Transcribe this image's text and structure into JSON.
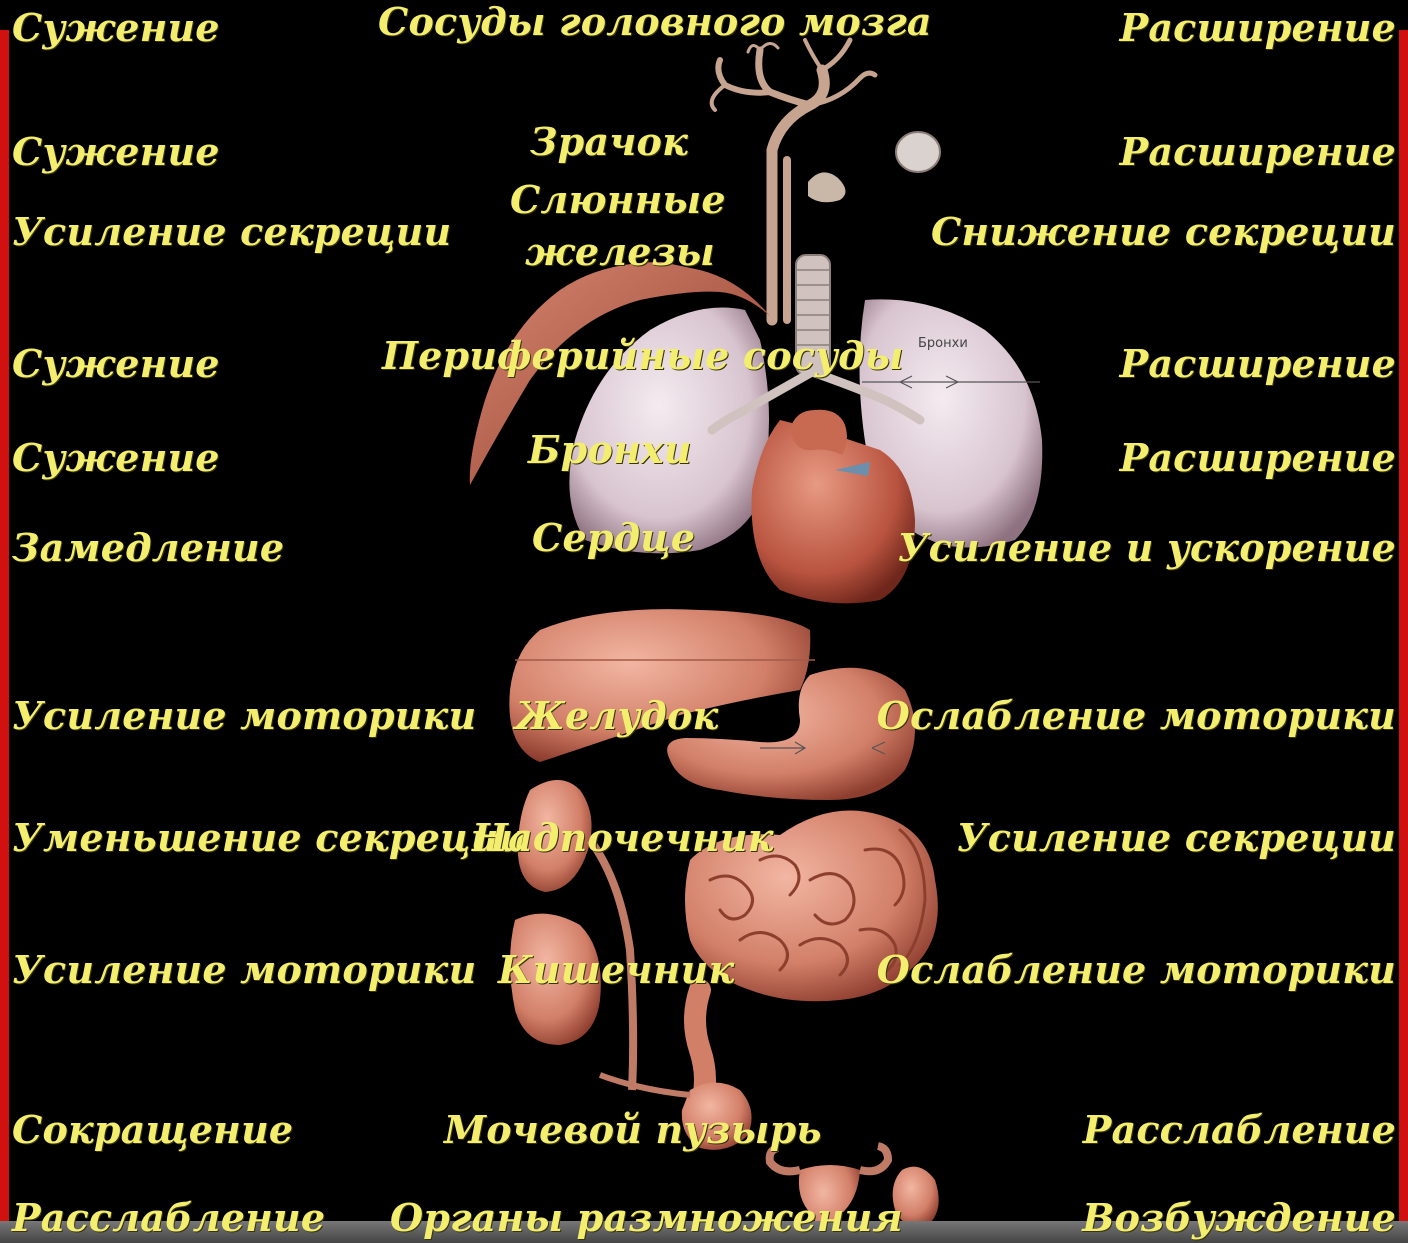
{
  "rows": [
    {
      "left": "Сужение",
      "center": "Сосуды головного мозга",
      "right": "Расширение"
    },
    {
      "left": "Сужение",
      "center": "Зрачок",
      "right": "Расширение"
    },
    {
      "left": "Усиление секреции",
      "center_line1": "Слюнные",
      "center_line2": "железы",
      "right": "Снижение секреции"
    },
    {
      "left": "Сужение",
      "center": "Периферийные сосуды",
      "right": "Расширение"
    },
    {
      "left": "Сужение",
      "center": "Бронхи",
      "right": "Расширение"
    },
    {
      "left": "Замедление",
      "center": "Сердце",
      "right": "Усиление и ускорение"
    },
    {
      "left": "Усиление моторики",
      "center": "Желудок",
      "right": "Ослабление моторики"
    },
    {
      "left": "Уменьшение секреции",
      "center": "Надпочечник",
      "right": "Усиление секреции"
    },
    {
      "left": "Усиление моторики",
      "center": "Кишечник",
      "right": "Ослабление моторики"
    },
    {
      "left": "Сокращение",
      "center": "Мочевой пузырь",
      "right": "Расслабление"
    },
    {
      "left": "Расслабление",
      "center": "Органы размножения",
      "right": "Возбуждение"
    }
  ],
  "illustration": {
    "bronchi_caption": "Бронхи"
  },
  "colors": {
    "background": "#000000",
    "label_text": "#f4ee6e",
    "frame": "#d11010",
    "organ": "#d98a78"
  }
}
